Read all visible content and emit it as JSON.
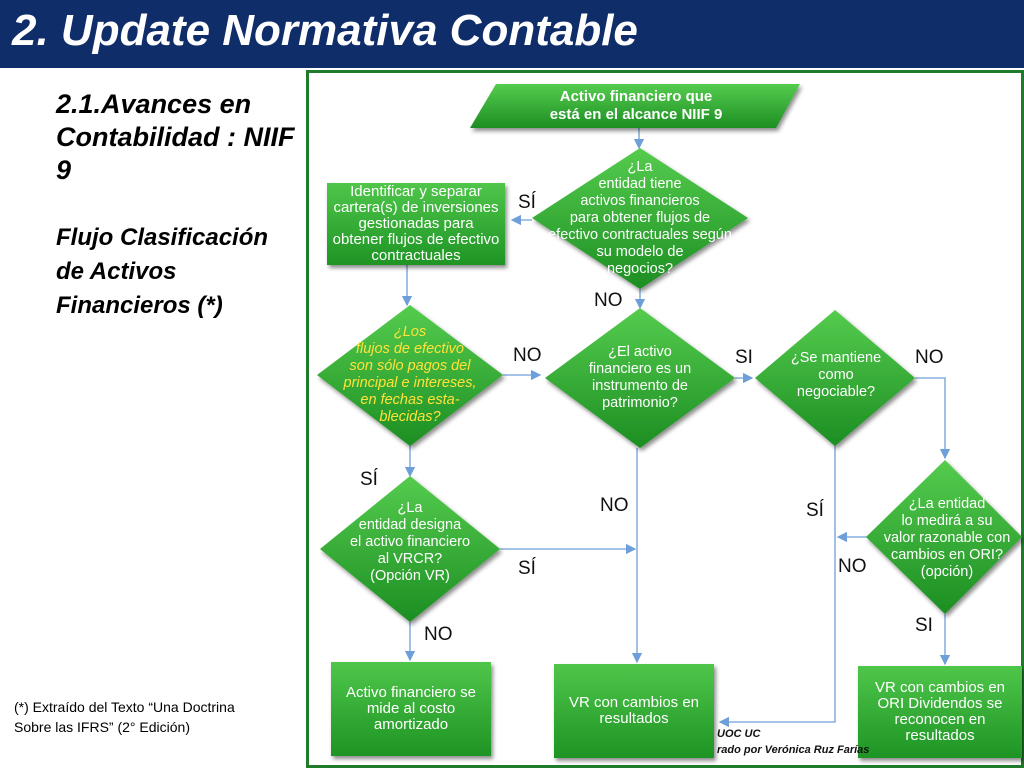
{
  "header": {
    "title": "2. Update Normativa Contable"
  },
  "left": {
    "subtitle_1": "2.1.Avances en Contabilidad : NIIF 9",
    "subtitle_2": "Flujo Clasificación de Activos Financieros (*)",
    "footnote": "(*) Extraído del Texto “Una Doctrina Sobre las IFRS” (2° Edición)"
  },
  "flow": {
    "start": "Activo financiero que\nestá en el alcance NIIF 9",
    "d_business_model": "¿La\nentidad tiene\nactivos financieros\npara obtener flujos de\nefectivo contractuales según\nsu modelo de\nnegocios?",
    "r_identify": "Identificar y separar cartera(s) de inversiones gestionadas para obtener flujos de efectivo contractuales",
    "d_cashflows": "¿Los\nflujos de efectivo\nson sólo pagos del\nprincipal e intereses,\nen fechas esta-\nblecidas?",
    "d_equity": "¿El activo\nfinanciero es un\ninstrumento de\npatrimonio?",
    "d_trading": "¿Se mantiene\ncomo\nnegociable?",
    "d_vrcr": "¿La\nentidad designa\nel activo financiero\nal VRCR?\n(Opción VR)",
    "d_ori": "¿La entidad\nlo medirá a su\nvalor razonable con\ncambios en ORI?\n(opción)",
    "r_amortized": "Activo financiero se mide al costo amortizado",
    "r_fvpl": "VR con cambios en resultados",
    "r_fvoci": "VR con cambios en ORI Dividendos se reconocen en resultados",
    "labels": {
      "si_accent": "SÍ",
      "si_plain": "SI",
      "no": "NO"
    },
    "credit_1": "UOC UC",
    "credit_2": "rado por Verónica Ruz Farías"
  },
  "colors": {
    "header_bg": "#0f2d69",
    "panel_border": "#1f7a2a",
    "shape_light": "#4fc64a",
    "shape_dark": "#1e9424",
    "arrow": "#6f9fd8",
    "question_yellow": "#ffe23a"
  }
}
